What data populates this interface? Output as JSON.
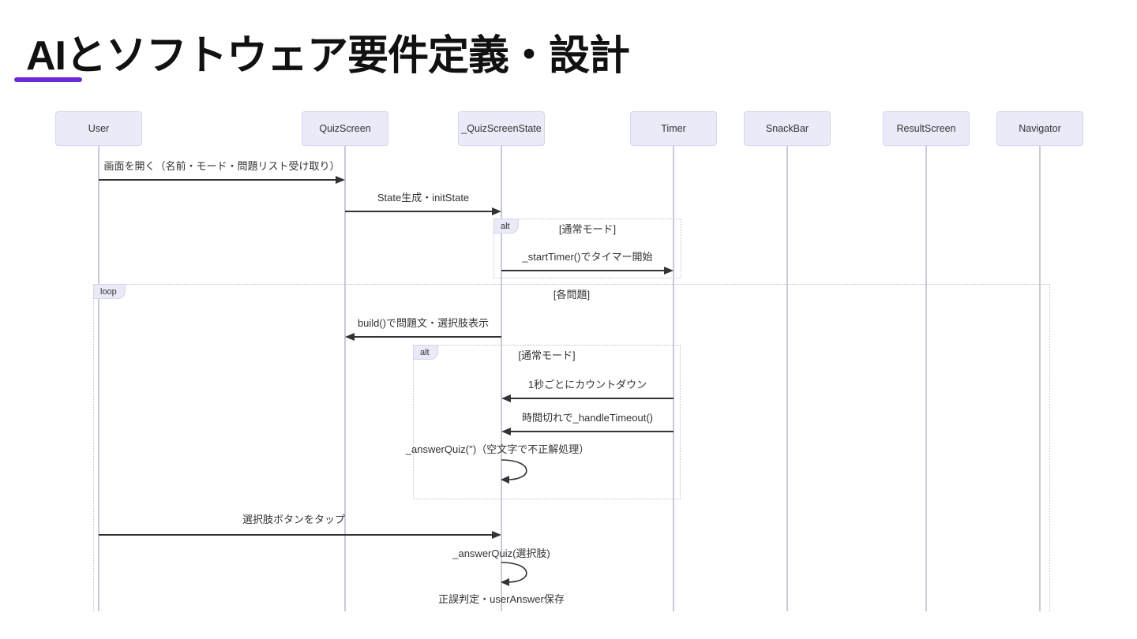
{
  "slide": {
    "title": "AIとソフトウェア要件定義・設計"
  },
  "sequence": {
    "participants": [
      {
        "label": "User"
      },
      {
        "label": "QuizScreen"
      },
      {
        "label": "_QuizScreenState"
      },
      {
        "label": "Timer"
      },
      {
        "label": "SnackBar"
      },
      {
        "label": "ResultScreen"
      },
      {
        "label": "Navigator"
      }
    ],
    "frames": [
      {
        "label": "alt",
        "condition": "[通常モード]"
      },
      {
        "label": "loop",
        "condition": "[各問題]"
      },
      {
        "label": "alt",
        "condition": "[通常モード]"
      }
    ],
    "messages": [
      {
        "text": "画面を開く（名前・モード・問題リスト受け取り）",
        "from": "User",
        "to": "QuizScreen"
      },
      {
        "text": "State生成・initState",
        "from": "QuizScreen",
        "to": "_QuizScreenState"
      },
      {
        "text": "_startTimer()でタイマー開始",
        "from": "_QuizScreenState",
        "to": "Timer"
      },
      {
        "text": "build()で問題文・選択肢表示",
        "from": "_QuizScreenState",
        "to": "QuizScreen"
      },
      {
        "text": "1秒ごとにカウントダウン",
        "from": "Timer",
        "to": "_QuizScreenState"
      },
      {
        "text": "時間切れで_handleTimeout()",
        "from": "Timer",
        "to": "_QuizScreenState"
      },
      {
        "text": "_answerQuiz('')（空文字で不正解処理）",
        "from": "_QuizScreenState",
        "to": "_QuizScreenState"
      },
      {
        "text": "選択肢ボタンをタップ",
        "from": "User",
        "to": "_QuizScreenState"
      },
      {
        "text": "_answerQuiz(選択肢)",
        "from": "_QuizScreenState",
        "to": "_QuizScreenState"
      },
      {
        "text": "正誤判定・userAnswer保存",
        "from": "_QuizScreenState",
        "to": "_QuizScreenState"
      }
    ]
  },
  "colors": {
    "accent_underline": "#6C2BD9",
    "participant_fill": "#EAEAF9",
    "participant_border": "#D6D6EC",
    "lifeline": "#C9C9DC",
    "frame_border": "#C2C2D2",
    "frame_tab_fill": "#E9E9F8",
    "text": "#333333",
    "arrow": "#333333",
    "background": "#FFFFFF"
  }
}
